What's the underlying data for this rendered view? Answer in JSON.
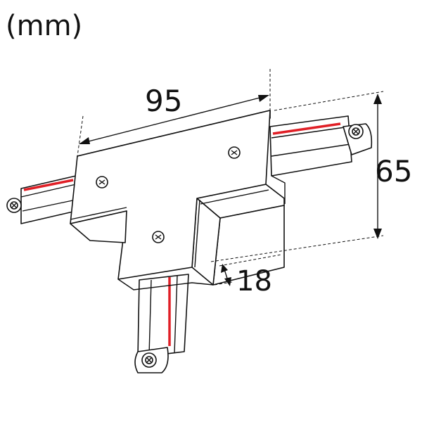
{
  "unit_label": "(mm)",
  "dimensions": {
    "length": "95",
    "height": "65",
    "thickness": "18"
  },
  "colors": {
    "line": "#111111",
    "conductor": "#e01f26",
    "background": "#ffffff"
  }
}
